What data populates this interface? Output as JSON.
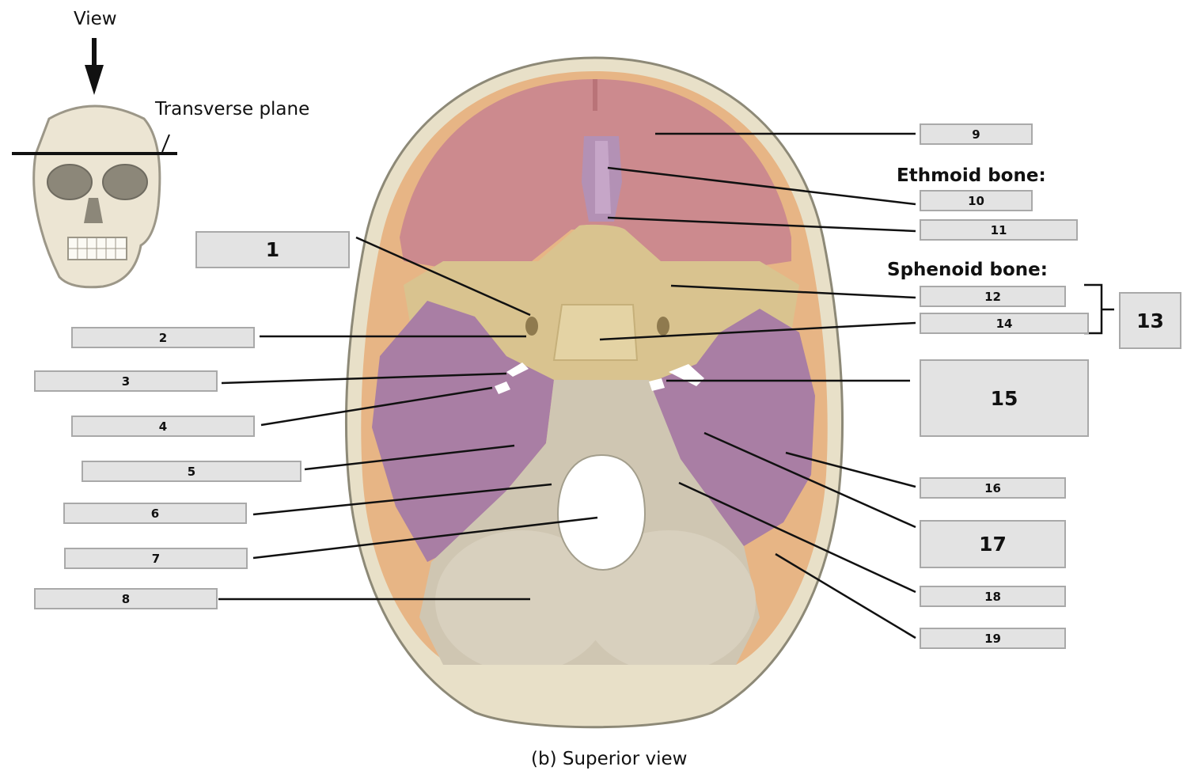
{
  "view_label": "View",
  "plane_label": "Transverse plane",
  "caption": "(b) Superior view",
  "ethmoid_heading": "Ethmoid bone:",
  "sphenoid_heading": "Sphenoid bone:",
  "labels": {
    "l1": "1",
    "l2": "2",
    "l3": "3",
    "l4": "4",
    "l5": "5",
    "l6": "6",
    "l7": "7",
    "l8": "8",
    "l9": "9",
    "l10": "10",
    "l11": "11",
    "l12": "12",
    "l13": "13",
    "l14": "14",
    "l15": "15",
    "l16": "16",
    "l17": "17",
    "l18": "18",
    "l19": "19"
  },
  "colors": {
    "frontal": "#cc8a8e",
    "frontal_edge": "#dca0a6",
    "ethmoid": "#b391b5",
    "sphenoid": "#d9c38f",
    "temporal": "#a97ea4",
    "occipital": "#cfc6b2",
    "parietal": "#e7b585",
    "skull_bone": "#ece5d3"
  }
}
